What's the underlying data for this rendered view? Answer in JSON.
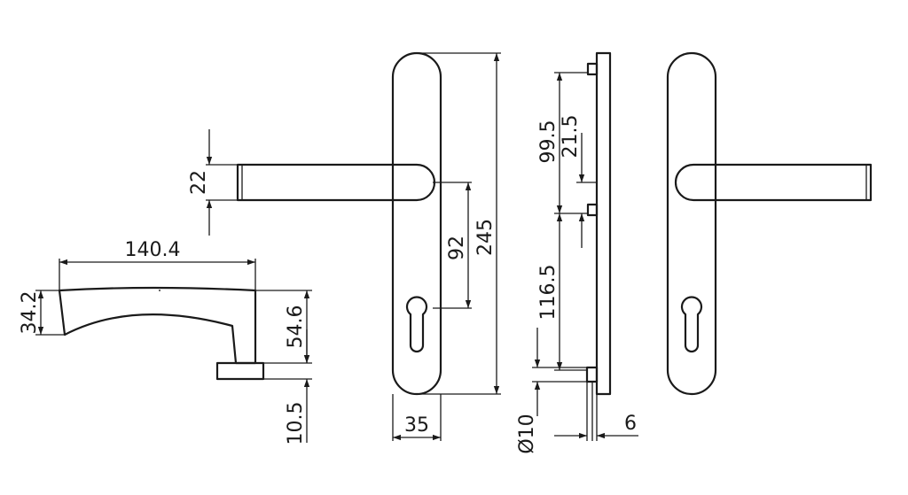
{
  "drawing": {
    "front_view": {
      "handle_height": "22",
      "spindle_to_cylinder": "92",
      "plate_length": "245",
      "plate_width": "35"
    },
    "top_view": {
      "handle_length": "140.4",
      "grip_depth": "34.2",
      "projection": "54.6",
      "rose_height": "10.5"
    },
    "side_view": {
      "dim_99_5": "99.5",
      "dim_21_5": "21.5",
      "dim_116_5": "116.5",
      "spindle_diameter": "Ø10",
      "plate_thickness": "6"
    }
  }
}
